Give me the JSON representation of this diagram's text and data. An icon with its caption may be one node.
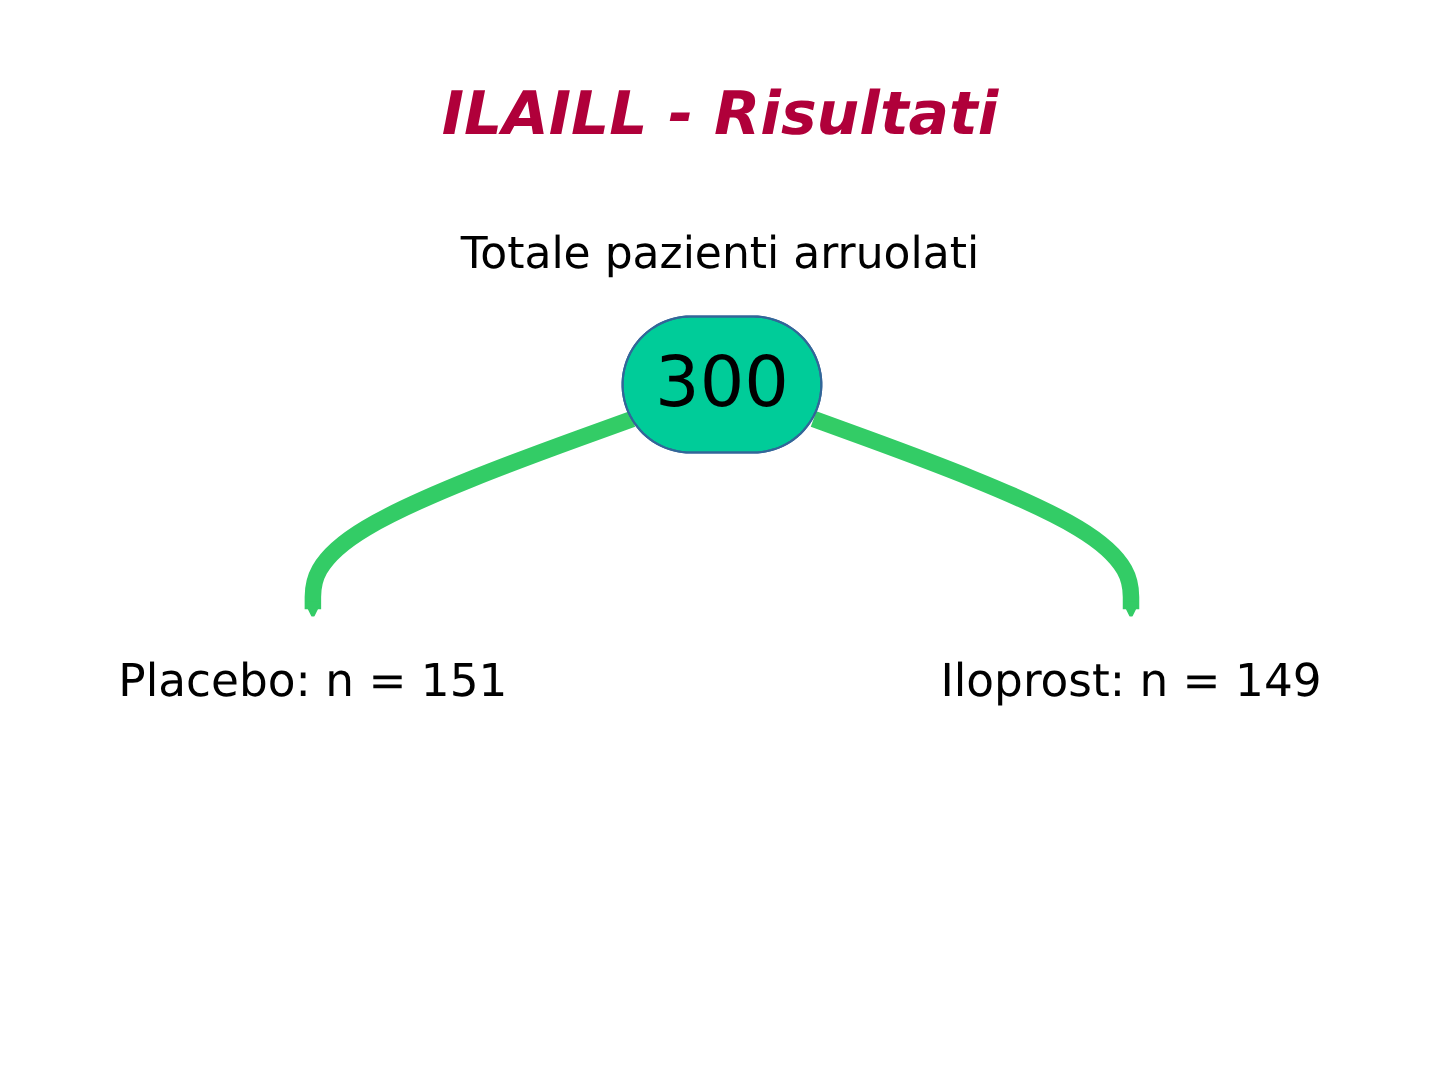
{
  "diagram": {
    "title": "ILAILL - Risultati",
    "nodes": [
      {
        "text": [
          "300"
        ],
        "beside": [
          "Totale pazienti arruolati"
        ]
      },
      {
        "text": [
          "Placebo:  n = 151"
        ]
      },
      {
        "text": [
          "Iloprost:  n = 149"
        ]
      }
    ],
    "edges": [
      {
        "from": 0,
        "to": 1,
        "arrow": "to"
      },
      {
        "from": 0,
        "to": 2,
        "arrow": "to"
      }
    ]
  }
}
